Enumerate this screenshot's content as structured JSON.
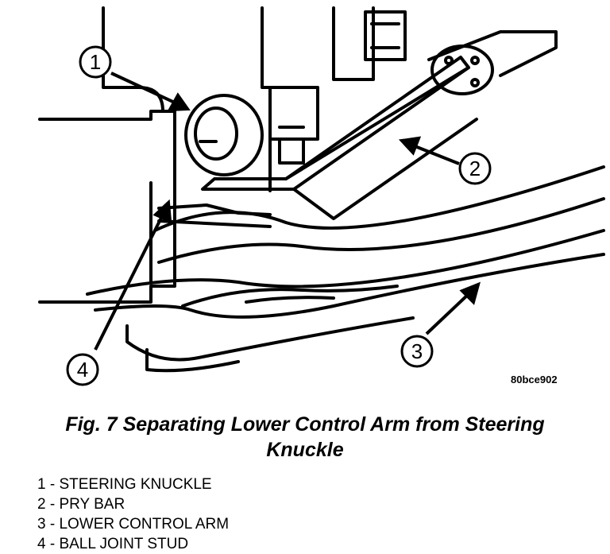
{
  "figure": {
    "code": "80bce902",
    "caption_line1": "Fig. 7 Separating Lower Control Arm from Steering",
    "caption_line2": "Knuckle"
  },
  "callouts": [
    {
      "number": "1",
      "label": "1 - STEERING KNUCKLE"
    },
    {
      "number": "2",
      "label": "2 - PRY BAR"
    },
    {
      "number": "3",
      "label": "3 - LOWER CONTROL ARM"
    },
    {
      "number": "4",
      "label": "4 - BALL JOINT STUD"
    }
  ]
}
